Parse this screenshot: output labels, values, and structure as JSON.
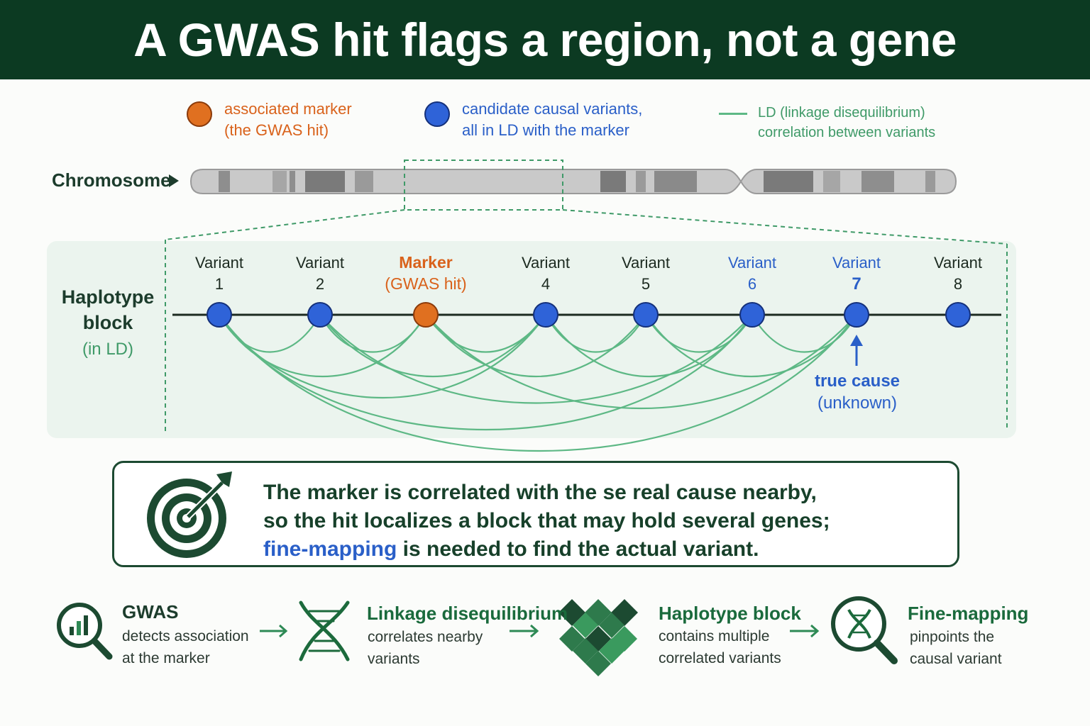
{
  "title": "A GWAS hit flags a region, not a gene",
  "legend": {
    "marker": {
      "line1": "associated marker",
      "line2": "(the GWAS hit)"
    },
    "candidate": {
      "line1": "candidate causal variants,",
      "line2": "all in LD with the marker"
    },
    "ld": {
      "line1": "LD (linkage disequilibrium)",
      "line2": "correlation between variants"
    }
  },
  "chromosome_label": "Chromosome",
  "haplotype_label": {
    "line1": "Haplotype",
    "line2": "block",
    "line3": "(in LD)"
  },
  "variants": [
    {
      "line1": "Variant",
      "line2": "1",
      "kind": "candidate"
    },
    {
      "line1": "Variant",
      "line2": "2",
      "kind": "candidate"
    },
    {
      "line1": "Marker",
      "line2": "(GWAS hit)",
      "kind": "marker"
    },
    {
      "line1": "Variant",
      "line2": "4",
      "kind": "candidate"
    },
    {
      "line1": "Variant",
      "line2": "5",
      "kind": "candidate"
    },
    {
      "line1": "Variant",
      "line2": "6",
      "kind": "highlight"
    },
    {
      "line1": "Variant",
      "line2": "7",
      "kind": "highlight-bold"
    },
    {
      "line1": "Variant",
      "line2": "8",
      "kind": "candidate"
    }
  ],
  "true_cause": {
    "line1": "true cause",
    "line2": "(unknown)"
  },
  "callout": {
    "line1": "The marker is correlated with the  se real cause nearby,",
    "line2": "so the hit localizes a block that may hold several genes;",
    "line3_highlight": "fine-mapping",
    "line3_rest": " is needed to find the actual variant."
  },
  "steps": [
    {
      "title": "GWAS",
      "line1": "detects association",
      "line2": "at the marker",
      "icon": "magnifier-chart-icon"
    },
    {
      "title": "Linkage disequilibrium",
      "line1": "correlates nearby",
      "line2": "variants",
      "icon": "dna-icon"
    },
    {
      "title": "Haplotype block",
      "line1": "contains multiple",
      "line2": "correlated variants",
      "icon": "block-grid-icon"
    },
    {
      "title": "Fine-mapping",
      "line1": "pinpoints the",
      "line2": "causal variant",
      "icon": "magnifier-dna-icon"
    }
  ],
  "colors": {
    "header": "#0c3a22",
    "marker": "#e07020",
    "candidate": "#2f63d8",
    "ld": "#5db885",
    "dark_green": "#1c4a31"
  }
}
